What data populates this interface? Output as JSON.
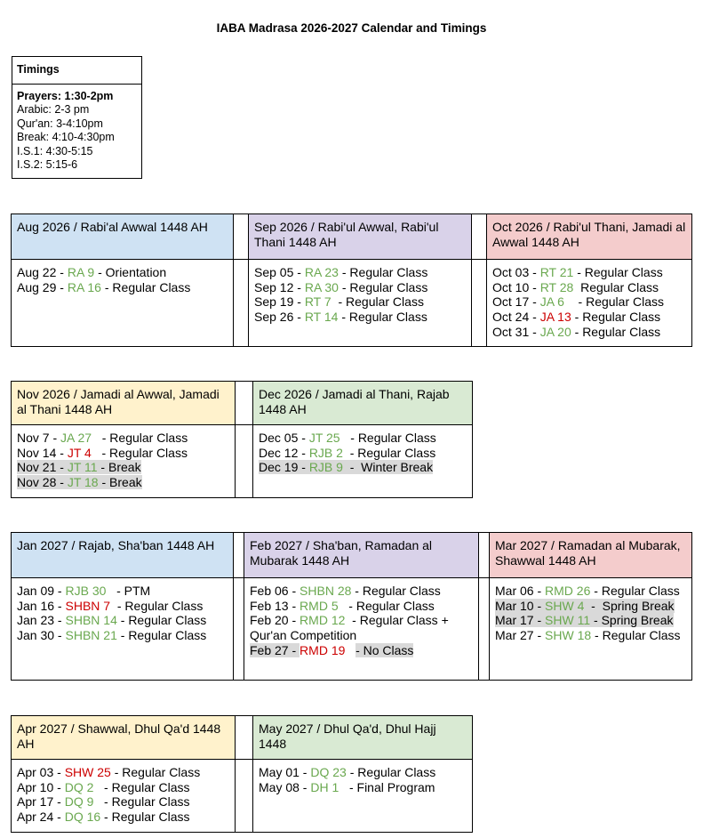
{
  "title": "IABA Madrasa 2026-2027 Calendar and Timings",
  "timings": {
    "heading": "Timings",
    "lines": [
      "Prayers: 1:30-2pm",
      "Arabic: 2-3 pm",
      "Qur'an: 3-4:10pm",
      "Break: 4:10-4:30pm",
      "I.S.1: 4:30-5:15",
      "I.S.2: 5:15-6"
    ]
  },
  "colors": {
    "blue": "#cfe2f3",
    "purple": "#d9d2e9",
    "red_header": "#f4cccc",
    "yellow": "#fff2cc",
    "green_header": "#d9ead3",
    "hijri_green": "#6aa84f",
    "hijri_red": "#cc0000",
    "highlight_gray": "#d9d9d9"
  },
  "months": {
    "aug": {
      "header": "Aug 2026 / Rabi'al Awwal 1448 AH",
      "entries": [
        {
          "date": "Aug 22",
          "hijri": "RA 9",
          "event": "Orientation"
        },
        {
          "date": "Aug 29",
          "hijri": "RA 16",
          "event": "Regular Class"
        }
      ]
    },
    "sep": {
      "header": "Sep 2026 / Rabi'ul Awwal, Rabi'ul Thani 1448 AH",
      "entries": [
        {
          "date": "Sep 05",
          "hijri": "RA 23",
          "event": "Regular Class"
        },
        {
          "date": "Sep 12",
          "hijri": "RA 30",
          "event": "Regular Class"
        },
        {
          "date": "Sep 19",
          "hijri": "RT 7",
          "event": "Regular Class"
        },
        {
          "date": "Sep 26",
          "hijri": "RT 14",
          "event": "Regular Class"
        }
      ]
    },
    "oct": {
      "header": "Oct 2026 / Rabi'ul Thani, Jamadi al Awwal 1448 AH",
      "entries": [
        {
          "date": "Oct 03",
          "hijri": "RT 21",
          "event": "Regular Class"
        },
        {
          "date": "Oct 10",
          "hijri": "RT 28",
          "event": "Regular Class"
        },
        {
          "date": "Oct 17",
          "hijri": "JA 6",
          "event": "Regular Class"
        },
        {
          "date": "Oct 24",
          "hijri": "JA 13",
          "event": "Regular Class"
        },
        {
          "date": "Oct 31",
          "hijri": "JA 20",
          "event": "Regular Class"
        }
      ]
    },
    "nov": {
      "header": "Nov 2026 / Jamadi al Awwal, Jamadi al Thani 1448 AH",
      "entries": [
        {
          "date": "Nov 7",
          "hijri": "JA 27",
          "event": "Regular Class"
        },
        {
          "date": "Nov 14",
          "hijri": "JT 4",
          "event": "Regular Class"
        },
        {
          "date": "Nov 21",
          "hijri": "JT 11",
          "event": "Break"
        },
        {
          "date": "Nov 28",
          "hijri": "JT 18",
          "event": "Break"
        }
      ]
    },
    "dec": {
      "header": "Dec 2026 / Jamadi al Thani, Rajab 1448 AH",
      "entries": [
        {
          "date": "Dec 05",
          "hijri": "JT 25",
          "event": "Regular Class"
        },
        {
          "date": "Dec 12",
          "hijri": "RJB 2",
          "event": "Regular Class"
        },
        {
          "date": "Dec 19",
          "hijri": "RJB 9",
          "event": "Winter Break"
        }
      ]
    },
    "jan": {
      "header": "Jan 2027 / Rajab, Sha'ban 1448 AH",
      "entries": [
        {
          "date": "Jan 09",
          "hijri": "RJB 30",
          "event": "PTM"
        },
        {
          "date": "Jan 16",
          "hijri": "SHBN 7",
          "event": "Regular Class"
        },
        {
          "date": "Jan 23",
          "hijri": "SHBN 14",
          "event": "Regular Class"
        },
        {
          "date": "Jan 30",
          "hijri": "SHBN 21",
          "event": "Regular Class"
        }
      ]
    },
    "feb": {
      "header": "Feb 2027 / Sha'ban, Ramadan al Mubarak 1448 AH",
      "entries": [
        {
          "date": "Feb 06",
          "hijri": "SHBN 28",
          "event": "Regular Class"
        },
        {
          "date": "Feb 13",
          "hijri": "RMD 5",
          "event": "Regular Class"
        },
        {
          "date": "Feb 20",
          "hijri": "RMD 12",
          "event": "Regular Class + Qur'an Competition"
        },
        {
          "date": "Feb 27",
          "hijri": "RMD 19",
          "event": "No Class"
        }
      ]
    },
    "mar": {
      "header": "Mar 2027 / Ramadan al Mubarak, Shawwal 1448 AH",
      "entries": [
        {
          "date": "Mar 06",
          "hijri": "RMD 26",
          "event": "Regular Class"
        },
        {
          "date": "Mar 10",
          "hijri": "SHW 4",
          "event": "Spring Break"
        },
        {
          "date": "Mar 17",
          "hijri": "SHW 11",
          "event": "Spring Break"
        },
        {
          "date": "Mar 27",
          "hijri": "SHW 18",
          "event": "Regular Class"
        }
      ]
    },
    "apr": {
      "header": "Apr 2027 / Shawwal, Dhul Qa'd 1448 AH",
      "entries": [
        {
          "date": "Apr 03",
          "hijri": "SHW 25",
          "event": "Regular Class"
        },
        {
          "date": "Apr 10",
          "hijri": "DQ 2",
          "event": "Regular Class"
        },
        {
          "date": "Apr 17",
          "hijri": "DQ 9",
          "event": "Regular Class"
        },
        {
          "date": "Apr 24",
          "hijri": "DQ 16",
          "event": "Regular Class"
        }
      ]
    },
    "may": {
      "header": "May 2027 / Dhul Qa'd, Dhul Hajj 1448",
      "entries": [
        {
          "date": "May 01",
          "hijri": "DQ 23",
          "event": "Regular Class"
        },
        {
          "date": "May 08",
          "hijri": "DH 1",
          "event": "Final Program"
        }
      ]
    }
  }
}
